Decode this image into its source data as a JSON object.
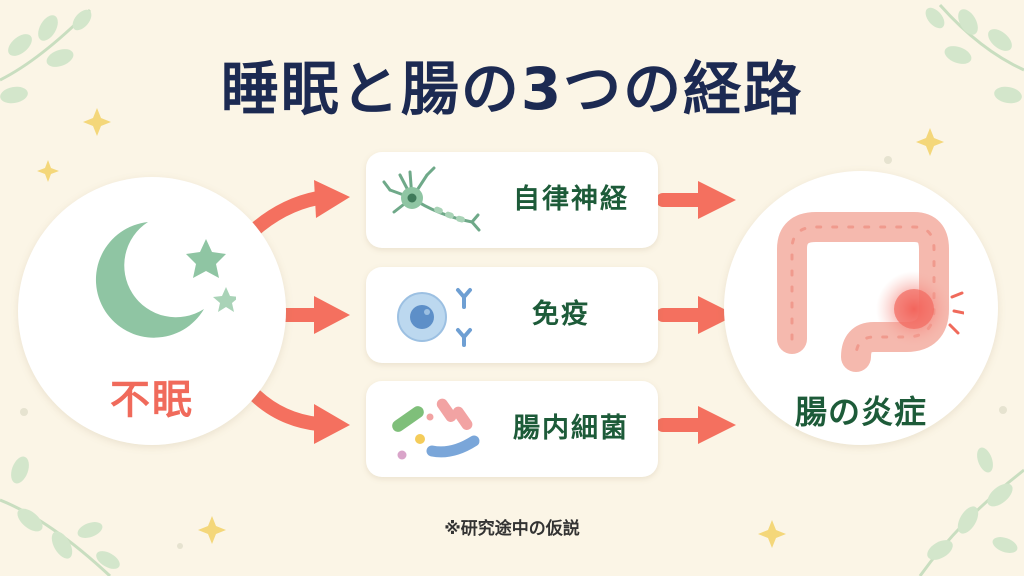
{
  "title": "睡眠と腸の3つの経路",
  "source": {
    "label": "不眠",
    "icon": "crescent-moon-stars-icon"
  },
  "pathways": [
    {
      "label": "自律神経",
      "icon": "neuron-icon"
    },
    {
      "label": "免疫",
      "icon": "immune-cell-antibody-icon"
    },
    {
      "label": "腸内細菌",
      "icon": "gut-bacteria-icon"
    }
  ],
  "target": {
    "label": "腸の炎症",
    "icon": "inflamed-intestine-icon"
  },
  "note": "※研究途中の仮説",
  "colors": {
    "background": "#fbf5e6",
    "title": "#1c2a52",
    "accent_red": "#f06a5b",
    "accent_green": "#1d5b39",
    "moon_green": "#8fc5a3"
  }
}
